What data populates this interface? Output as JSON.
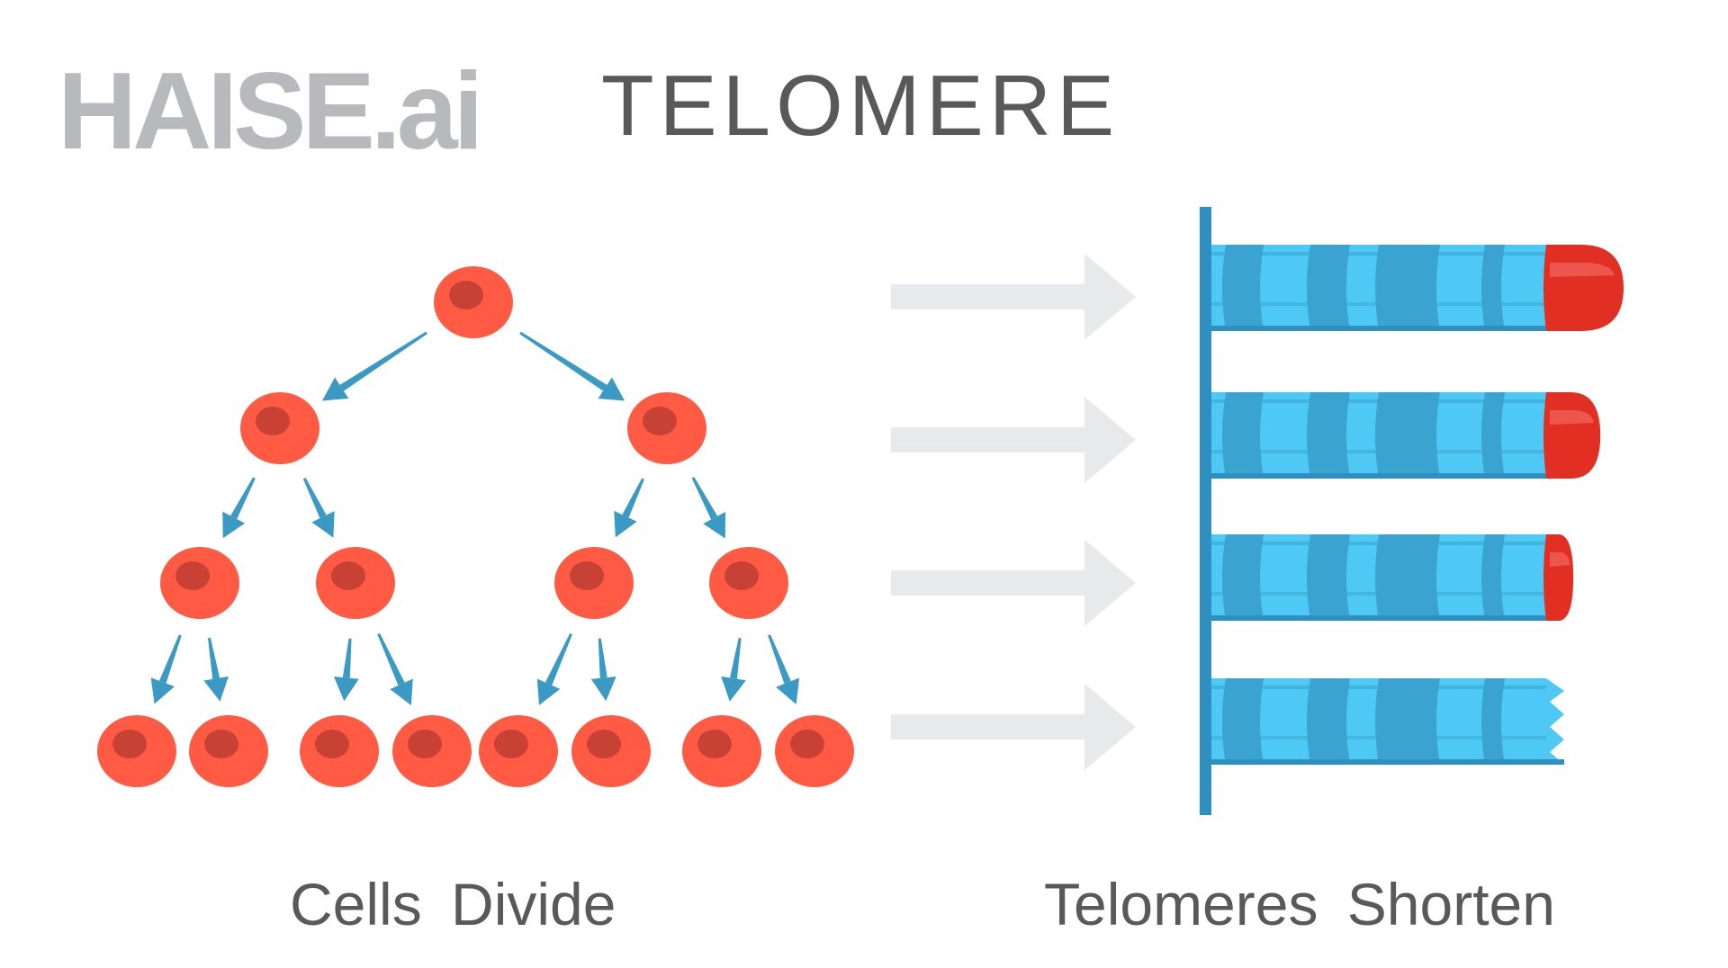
{
  "logo": {
    "text": "HAISE.ai",
    "color": "#b8b9bc"
  },
  "title": {
    "text": "TELOMERE",
    "color": "#595959"
  },
  "captions": {
    "left": "Cells Divide",
    "right": "Telomeres Shorten",
    "color": "#595959"
  },
  "diagram": {
    "cell_division": {
      "generations": [
        1,
        2,
        4,
        8
      ],
      "cell_color": "#ff5a44",
      "nucleus_color": "#c74235",
      "arrow_color": "#3a9ac4"
    },
    "transition_arrows": {
      "count": 4,
      "color": "#e8e9eb"
    },
    "chromosome": {
      "backbone_color": "#2e8fc0",
      "light_band_color": "#4ec8f5",
      "dark_band_color": "#3aa3cf",
      "cap_color": "#e22f24",
      "cap_highlight_color": "#ef5d55",
      "telomere_cap_levels": [
        1.0,
        0.7,
        0.35,
        0
      ]
    }
  }
}
